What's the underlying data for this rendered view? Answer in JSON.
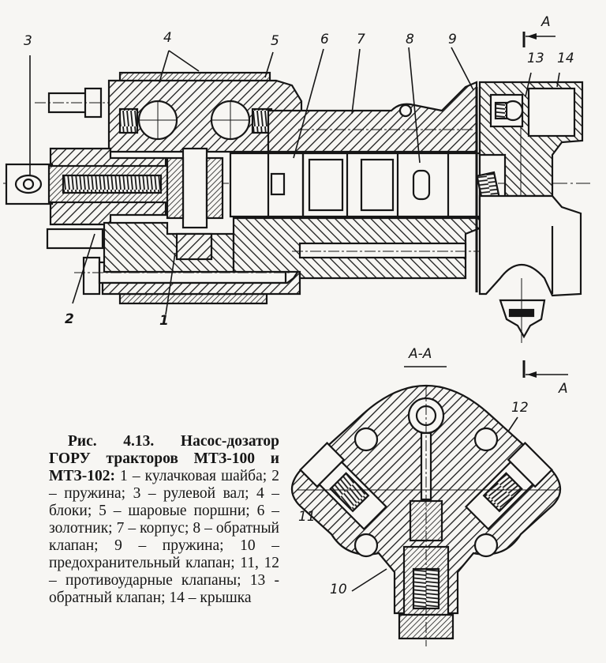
{
  "figure": {
    "title": "Насос-дозатор ГОРУ тракторов МТЗ-100 и МТЗ-102",
    "section_label": "А-А",
    "section_marker_top": "А",
    "section_marker_bottom": "А",
    "callouts": {
      "c1": "1",
      "c2": "2",
      "c3": "3",
      "c4": "4",
      "c5": "5",
      "c6": "6",
      "c7": "7",
      "c8": "8",
      "c9": "9",
      "c10": "10",
      "c11": "11",
      "c12": "12",
      "c13": "13",
      "c14": "14"
    }
  },
  "caption": {
    "lead": "Рис. 4.13. Насос-дозатор ГОРУ тракторов МТЗ-100 и МТЗ-102:",
    "body": "1 – кулачковая шайба; 2 – пружина; 3 – рулевой вал; 4 – блоки; 5 – шаровые поршни; 6 – золотник; 7 – корпус; 8 – обратный клапан; 9 – пружина; 10 – предохранительный клапан; 11, 12 – противоударные клапаны; 13 - обратный клапан; 14 – крышка"
  },
  "legend": [
    {
      "num": "1",
      "name": "кулачковая шайба"
    },
    {
      "num": "2",
      "name": "пружина"
    },
    {
      "num": "3",
      "name": "рулевой вал"
    },
    {
      "num": "4",
      "name": "блоки"
    },
    {
      "num": "5",
      "name": "шаровые поршни"
    },
    {
      "num": "6",
      "name": "золотник"
    },
    {
      "num": "7",
      "name": "корпус"
    },
    {
      "num": "8",
      "name": "обратный клапан"
    },
    {
      "num": "9",
      "name": "пружина"
    },
    {
      "num": "10",
      "name": "предохранительный клапан"
    },
    {
      "num": "11, 12",
      "name": "противоударные клапаны"
    },
    {
      "num": "13",
      "name": "обратный клапан"
    },
    {
      "num": "14",
      "name": "крышка"
    }
  ]
}
